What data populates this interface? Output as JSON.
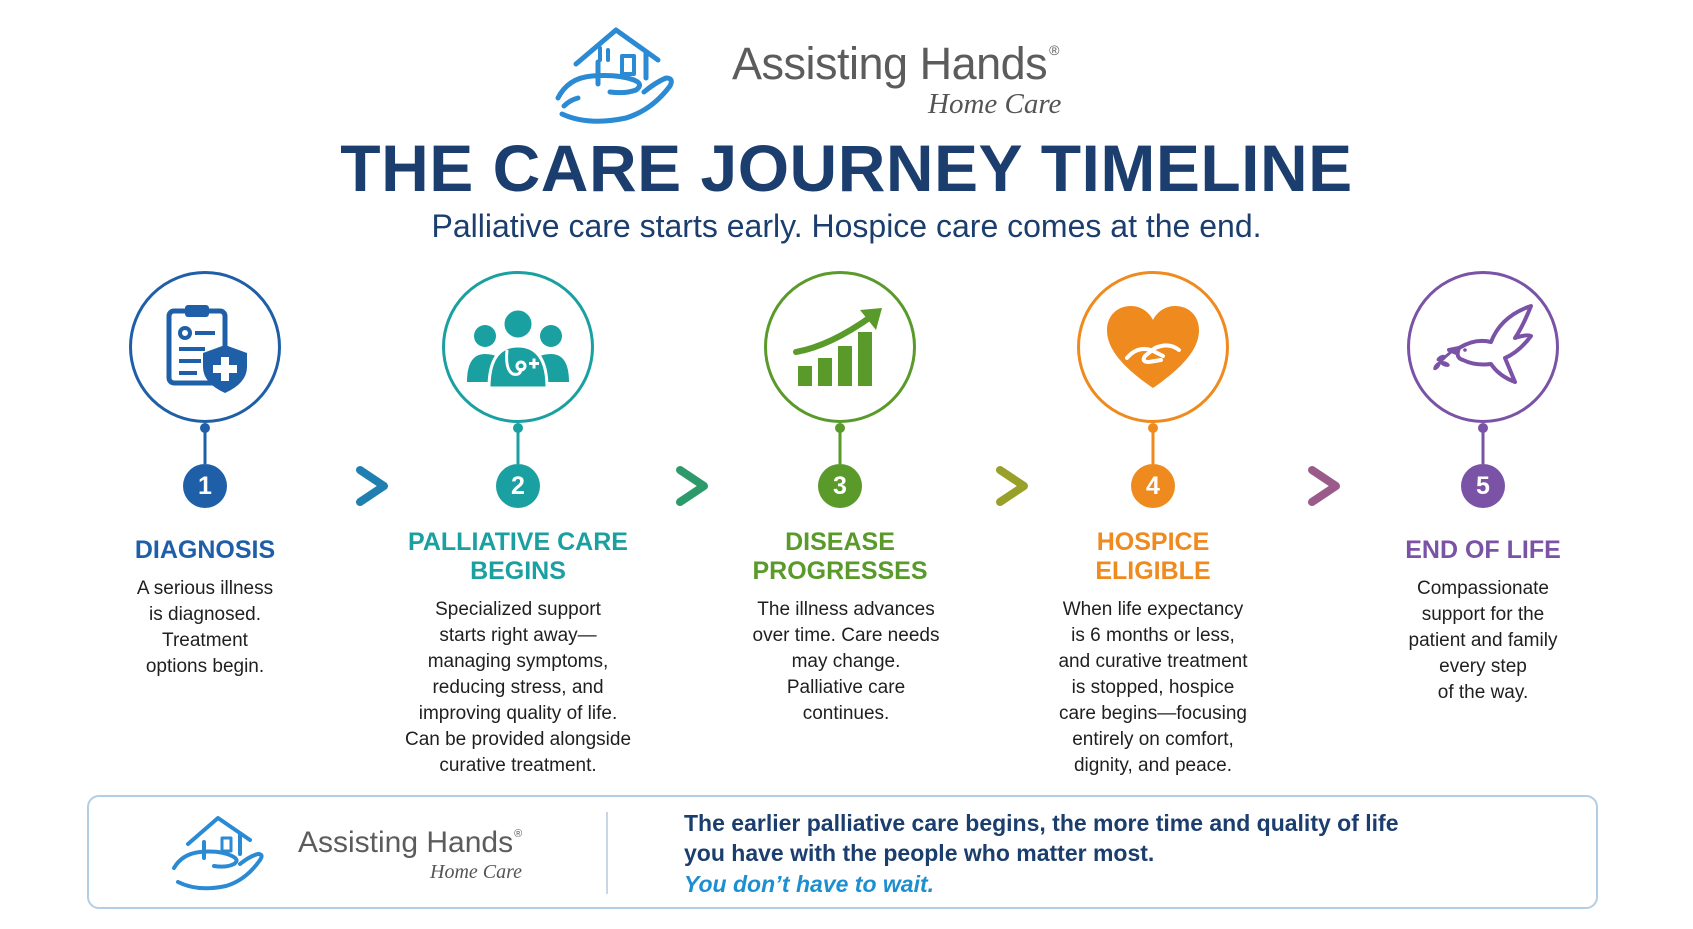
{
  "brand": {
    "name": "Assisting Hands",
    "registered": "®",
    "subtitle": "Home Care"
  },
  "header": {
    "title": "THE CARE JOURNEY TIMELINE",
    "subtitle": "Palliative care starts early. Hospice care comes at the end."
  },
  "steps": [
    {
      "number": "1",
      "title": "DIAGNOSIS",
      "description": "A serious illness\nis diagnosed.\nTreatment\noptions begin.",
      "icon": "clipboard-shield-icon",
      "color": "#1f5fa8"
    },
    {
      "number": "2",
      "title": "PALLIATIVE CARE\nBEGINS",
      "description": "Specialized support\nstarts right away—\nmanaging symptoms,\nreducing stress, and\nimproving quality of life.\nCan be provided alongside\ncurative treatment.",
      "icon": "care-team-icon",
      "color": "#1aa0a0"
    },
    {
      "number": "3",
      "title": "DISEASE\nPROGRESSES",
      "description": "The illness advances\nover time. Care needs\nmay change.\nPalliative care\ncontinues.",
      "icon": "rising-chart-icon",
      "color": "#5a9a2a"
    },
    {
      "number": "4",
      "title": "HOSPICE\nELIGIBLE",
      "description": "When life expectancy\nis 6 months or less,\nand curative treatment\nis stopped, hospice\ncare begins—focusing\nentirely on comfort,\ndignity, and peace.",
      "icon": "heart-hands-icon",
      "color": "#ef8a1e"
    },
    {
      "number": "5",
      "title": "END OF LIFE",
      "description": "Compassionate\nsupport for the\npatient and family\nevery step\nof the way.",
      "icon": "dove-icon",
      "color": "#7a52a6"
    }
  ],
  "footer": {
    "line1": "The earlier palliative care begins, the more time and quality of life",
    "line2": "you have with the people who matter most.",
    "emphasis": "You don’t have to wait."
  },
  "colors": {
    "navy": "#1b3e6e",
    "accent_blue": "#1d8fd0",
    "logo_blue": "#2a8ad4"
  }
}
